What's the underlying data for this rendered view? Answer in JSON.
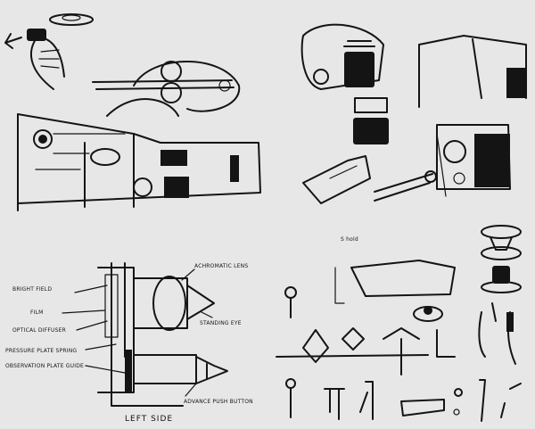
{
  "colors": {
    "paper": "#e6e7e6",
    "ink": "#141414"
  },
  "panels": {
    "top_left": {
      "icons": [
        "hand-with-film-spool",
        "gear-wheel-pair",
        "camera-body"
      ]
    },
    "top_right": {
      "icons": [
        "knob-assembly",
        "spool-sprocket",
        "lever-arm"
      ]
    },
    "bottom_left": {
      "labels": {
        "opening": "BRIGHT FIELD",
        "film": "FILM",
        "diffuser": "OPTICAL DIFFUSER",
        "plate": "PRESSURE PLATE SPRING",
        "bottom": "OBSERVATION PLATE GUIDE",
        "lens": "ACHROMATIC LENS",
        "eye": "STANDING EYE",
        "button": "ADVANCE PUSH BUTTON"
      },
      "caption": "LEFT SIDE"
    },
    "bottom_right": {
      "labels": {
        "top": "S hold"
      },
      "icons": [
        "cap-spool",
        "tack-pins",
        "lever-handles",
        "bolts"
      ]
    }
  }
}
